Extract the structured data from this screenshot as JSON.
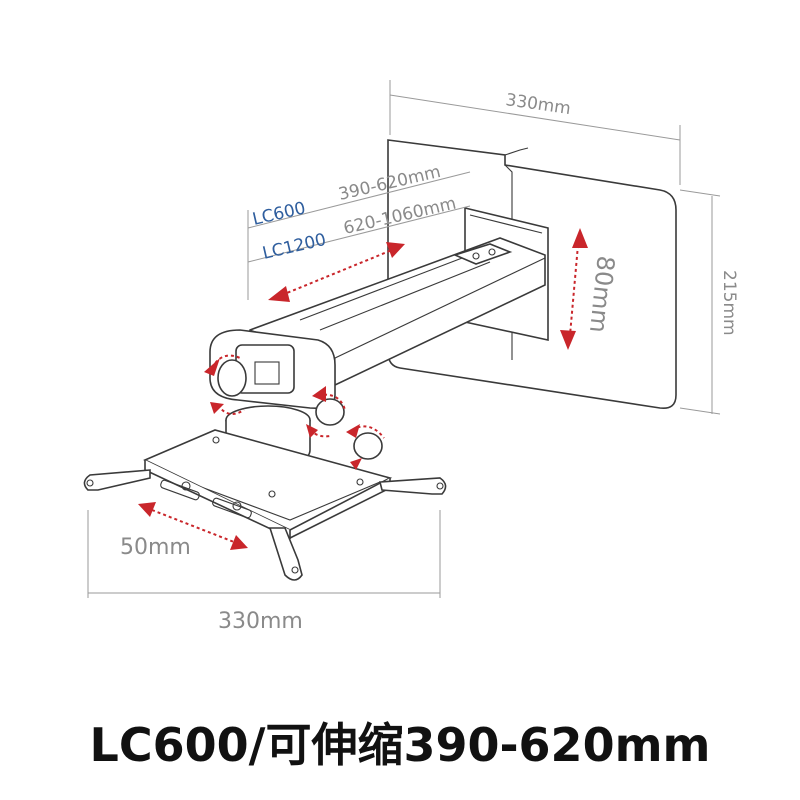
{
  "dimensions": {
    "plate_width": "330mm",
    "plate_height": "215mm",
    "plate_adjust": "80mm",
    "base_width": "330mm",
    "base_slide": "50mm"
  },
  "models": [
    {
      "name": "LC600",
      "range": "390-620mm"
    },
    {
      "name": "LC1200",
      "range": "620-1060mm"
    }
  ],
  "caption": "LC600/可伸缩390-620mm",
  "colors": {
    "arrow": "#c9262b",
    "model_text": "#2f5e9e",
    "dimension_text": "#8a8a8a",
    "outline": "#3a3a3a"
  }
}
